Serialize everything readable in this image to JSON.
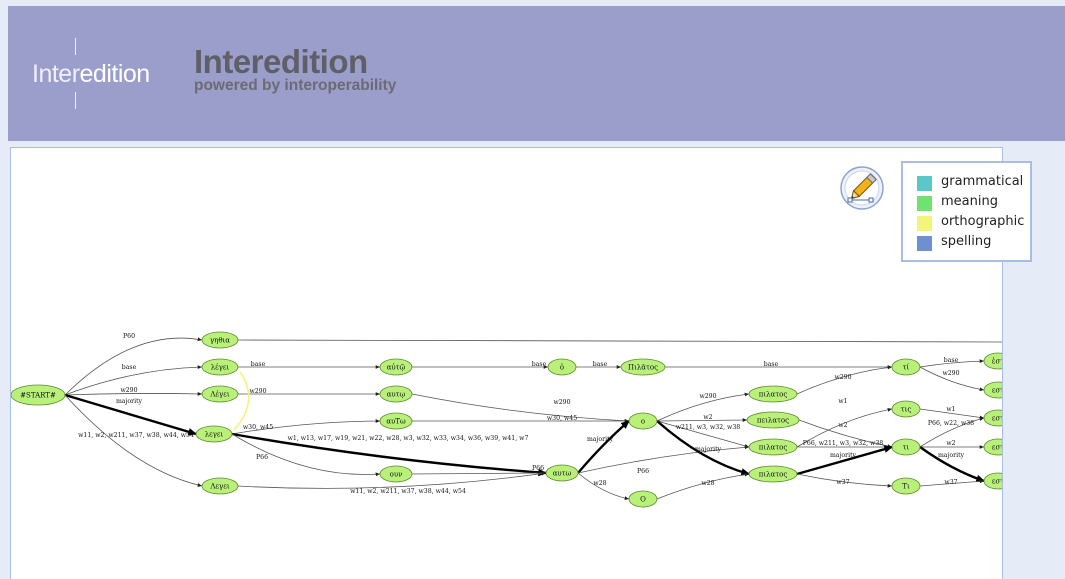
{
  "header": {
    "logo_inter": "Inter",
    "logo_edition": "edition",
    "title": "Interedition",
    "subtitle": "powered by interoperability"
  },
  "legend": {
    "items": [
      {
        "label": "grammatical",
        "color": "#5bc8c8"
      },
      {
        "label": "meaning",
        "color": "#6ee46e"
      },
      {
        "label": "orthographic",
        "color": "#f4f47a"
      },
      {
        "label": "spelling",
        "color": "#6e90d2"
      }
    ]
  },
  "graph": {
    "node_fill": "#b8f07a",
    "node_stroke": "#5e8a2a",
    "nodes": [
      {
        "id": "start",
        "label": "#START#"
      },
      {
        "id": "n1",
        "label": "γηθια"
      },
      {
        "id": "n2",
        "label": "λέγει"
      },
      {
        "id": "n3",
        "label": "Λέγει"
      },
      {
        "id": "n4",
        "label": "λεγει"
      },
      {
        "id": "n5",
        "label": "Λεγει"
      },
      {
        "id": "n6",
        "label": "αὐτῷ"
      },
      {
        "id": "n7",
        "label": "αυτῳ"
      },
      {
        "id": "n8",
        "label": "αυΤω"
      },
      {
        "id": "n9",
        "label": "ουν"
      },
      {
        "id": "n10",
        "label": "ὁ"
      },
      {
        "id": "n11",
        "label": "Πιλᾶτος"
      },
      {
        "id": "n12",
        "label": "ο"
      },
      {
        "id": "n13",
        "label": "αυτω"
      },
      {
        "id": "n14",
        "label": "Ο"
      },
      {
        "id": "n15",
        "label": "πιλατος"
      },
      {
        "id": "n16",
        "label": "πειλατος"
      },
      {
        "id": "n17",
        "label": "πιλατος"
      },
      {
        "id": "n18",
        "label": "πιλατος"
      },
      {
        "id": "n19",
        "label": "τί"
      },
      {
        "id": "n20",
        "label": "τις"
      },
      {
        "id": "n21",
        "label": "τι"
      },
      {
        "id": "n22",
        "label": "Τι"
      },
      {
        "id": "n23",
        "label": "ἐστ"
      },
      {
        "id": "n24",
        "label": "εστ"
      },
      {
        "id": "n25",
        "label": "εστ"
      },
      {
        "id": "n26",
        "label": "εστ"
      },
      {
        "id": "n27",
        "label": "εστ"
      }
    ],
    "edges": [
      {
        "from": "start",
        "to": "n1",
        "label": "P60"
      },
      {
        "from": "start",
        "to": "n2",
        "label": "base"
      },
      {
        "from": "start",
        "to": "n3",
        "label": "w290"
      },
      {
        "from": "start",
        "to": "n3",
        "label": "majority"
      },
      {
        "from": "start",
        "to": "n4",
        "label": ""
      },
      {
        "from": "start",
        "to": "n5",
        "label": "w11, w2, w211, w37, w38, w44, w54"
      },
      {
        "from": "n1",
        "to": "n23",
        "label": ""
      },
      {
        "from": "n2",
        "to": "n6",
        "label": "base"
      },
      {
        "from": "n3",
        "to": "n7",
        "label": "w290"
      },
      {
        "from": "n4",
        "to": "n8",
        "label": "w30, w45"
      },
      {
        "from": "n4",
        "to": "n13",
        "label": "w1, w13, w17, w19, w21, w22, w28, w3, w32, w33, w34, w36, w39, w41, w7"
      },
      {
        "from": "n4",
        "to": "n9",
        "label": "P66"
      },
      {
        "from": "n5",
        "to": "n13",
        "label": "w11, w2, w211, w37, w38, w44, w54"
      },
      {
        "from": "n6",
        "to": "n10",
        "label": "base"
      },
      {
        "from": "n10",
        "to": "n11",
        "label": "base"
      },
      {
        "from": "n11",
        "to": "n19",
        "label": "base"
      },
      {
        "from": "n7",
        "to": "n12",
        "label": "w290"
      },
      {
        "from": "n8",
        "to": "n12",
        "label": "w30, w45"
      },
      {
        "from": "n9",
        "to": "n13",
        "label": "P66"
      },
      {
        "from": "n13",
        "to": "n12",
        "label": "majority"
      },
      {
        "from": "n13",
        "to": "n14",
        "label": "w28"
      },
      {
        "from": "n13",
        "to": "n17",
        "label": "P66"
      },
      {
        "from": "n12",
        "to": "n15",
        "label": "w290"
      },
      {
        "from": "n12",
        "to": "n16",
        "label": "w2"
      },
      {
        "from": "n12",
        "to": "n17",
        "label": "w211, w3, w32, w38"
      },
      {
        "from": "n12",
        "to": "n18",
        "label": "majority"
      },
      {
        "from": "n14",
        "to": "n18",
        "label": "w28"
      },
      {
        "from": "n15",
        "to": "n19",
        "label": "w290"
      },
      {
        "from": "n16",
        "to": "n21",
        "label": "w2"
      },
      {
        "from": "n17",
        "to": "n20",
        "label": "w1"
      },
      {
        "from": "n17",
        "to": "n21",
        "label": "P66, w211, w3, w32, w38"
      },
      {
        "from": "n18",
        "to": "n21",
        "label": "majority"
      },
      {
        "from": "n18",
        "to": "n22",
        "label": "w37"
      },
      {
        "from": "n19",
        "to": "n23",
        "label": "base"
      },
      {
        "from": "n19",
        "to": "n24",
        "label": "w290"
      },
      {
        "from": "n20",
        "to": "n25",
        "label": "w1"
      },
      {
        "from": "n21",
        "to": "n25",
        "label": "P66, w22, w38"
      },
      {
        "from": "n21",
        "to": "n26",
        "label": "w2"
      },
      {
        "from": "n21",
        "to": "n27",
        "label": "majority"
      },
      {
        "from": "n22",
        "to": "n27",
        "label": "w37"
      },
      {
        "from": "n2",
        "to": "n4",
        "label": ""
      }
    ]
  }
}
